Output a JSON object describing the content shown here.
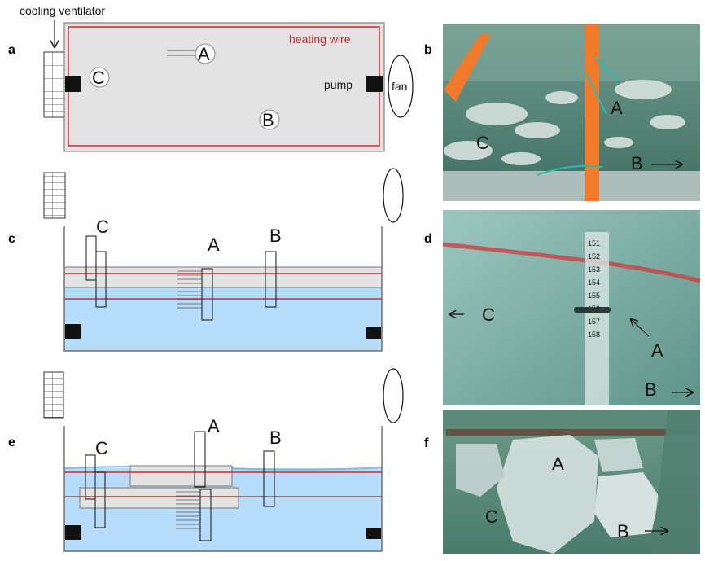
{
  "panels": {
    "a": "a",
    "b": "b",
    "c": "c",
    "d": "d",
    "e": "e",
    "f": "f"
  },
  "panel_a": {
    "cooling_ventilator": "cooling ventilator",
    "heating_wire": "heating wire",
    "pump": "pump",
    "fan": "fan",
    "label_A": "A",
    "label_B": "B",
    "label_C": "C"
  },
  "panel_b": {
    "label_A": "A",
    "label_B": "B",
    "label_C": "C"
  },
  "panel_c": {
    "label_A": "A",
    "label_B": "B",
    "label_C": "C"
  },
  "panel_d": {
    "label_A": "A",
    "label_B": "B",
    "label_C": "C",
    "ruler_ticks": [
      "151",
      "152",
      "153",
      "154",
      "155",
      "156",
      "157",
      "158"
    ]
  },
  "panel_e": {
    "label_A": "A",
    "label_B": "B",
    "label_C": "C"
  },
  "panel_f": {
    "label_A": "A",
    "label_B": "B",
    "label_C": "C"
  },
  "colors": {
    "tank_gray": "#e3e3e3",
    "water_blue": "#b7dcfa",
    "heating_red": "#d22b2b",
    "photo_green": "#5f8f82",
    "stick_orange": "#f07a2a"
  }
}
